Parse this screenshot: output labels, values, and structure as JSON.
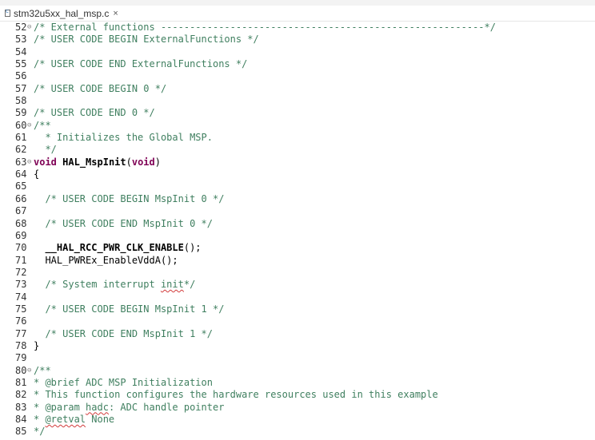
{
  "tab": {
    "filename": "stm32u5xx_hal_msp.c",
    "close_glyph": "×",
    "icon": "c-file-icon"
  },
  "lines": [
    {
      "n": "52",
      "fold": "⊖",
      "tokens": [
        {
          "t": "/* External functions --------------------------------------------------------*/",
          "c": "comment"
        }
      ]
    },
    {
      "n": "53",
      "fold": "",
      "tokens": [
        {
          "t": "/* USER CODE BEGIN ExternalFunctions */",
          "c": "comment"
        }
      ]
    },
    {
      "n": "54",
      "fold": "",
      "tokens": []
    },
    {
      "n": "55",
      "fold": "",
      "tokens": [
        {
          "t": "/* USER CODE END ExternalFunctions */",
          "c": "comment"
        }
      ]
    },
    {
      "n": "56",
      "fold": "",
      "tokens": []
    },
    {
      "n": "57",
      "fold": "",
      "tokens": [
        {
          "t": "/* USER CODE BEGIN 0 */",
          "c": "comment"
        }
      ]
    },
    {
      "n": "58",
      "fold": "",
      "tokens": []
    },
    {
      "n": "59",
      "fold": "",
      "tokens": [
        {
          "t": "/* USER CODE END 0 */",
          "c": "comment"
        }
      ]
    },
    {
      "n": "60",
      "fold": "⊖",
      "tokens": [
        {
          "t": "/**",
          "c": "comment"
        }
      ]
    },
    {
      "n": "61",
      "fold": "",
      "tokens": [
        {
          "t": "  * Initializes the Global MSP.",
          "c": "comment"
        }
      ]
    },
    {
      "n": "62",
      "fold": "",
      "tokens": [
        {
          "t": "  */",
          "c": "comment"
        }
      ]
    },
    {
      "n": "63",
      "fold": "⊖",
      "tokens": [
        {
          "t": "void",
          "c": "keyword"
        },
        {
          "t": " ",
          "c": "plain"
        },
        {
          "t": "HAL_MspInit",
          "c": "func"
        },
        {
          "t": "(",
          "c": "plain"
        },
        {
          "t": "void",
          "c": "keyword"
        },
        {
          "t": ")",
          "c": "plain"
        }
      ]
    },
    {
      "n": "64",
      "fold": "",
      "tokens": [
        {
          "t": "{",
          "c": "plain"
        }
      ]
    },
    {
      "n": "65",
      "fold": "",
      "tokens": []
    },
    {
      "n": "66",
      "fold": "",
      "tokens": [
        {
          "t": "  /* USER CODE BEGIN MspInit 0 */",
          "c": "comment"
        }
      ]
    },
    {
      "n": "67",
      "fold": "",
      "tokens": []
    },
    {
      "n": "68",
      "fold": "",
      "tokens": [
        {
          "t": "  /* USER CODE END MspInit 0 */",
          "c": "comment"
        }
      ]
    },
    {
      "n": "69",
      "fold": "",
      "tokens": []
    },
    {
      "n": "70",
      "fold": "",
      "tokens": [
        {
          "t": "  ",
          "c": "plain"
        },
        {
          "t": "__HAL_RCC_PWR_CLK_ENABLE",
          "c": "macro"
        },
        {
          "t": "();",
          "c": "plain"
        }
      ]
    },
    {
      "n": "71",
      "fold": "",
      "tokens": [
        {
          "t": "  HAL_PWREx_EnableVddA();",
          "c": "plain"
        }
      ]
    },
    {
      "n": "72",
      "fold": "",
      "tokens": []
    },
    {
      "n": "73",
      "fold": "",
      "tokens": [
        {
          "t": "  /* System interrupt ",
          "c": "comment"
        },
        {
          "t": "init",
          "c": "comment-spell"
        },
        {
          "t": "*/",
          "c": "comment"
        }
      ]
    },
    {
      "n": "74",
      "fold": "",
      "tokens": []
    },
    {
      "n": "75",
      "fold": "",
      "tokens": [
        {
          "t": "  /* USER CODE BEGIN MspInit 1 */",
          "c": "comment"
        }
      ]
    },
    {
      "n": "76",
      "fold": "",
      "tokens": []
    },
    {
      "n": "77",
      "fold": "",
      "tokens": [
        {
          "t": "  /* USER CODE END MspInit 1 */",
          "c": "comment"
        }
      ]
    },
    {
      "n": "78",
      "fold": "",
      "tokens": [
        {
          "t": "}",
          "c": "plain"
        }
      ]
    },
    {
      "n": "79",
      "fold": "",
      "tokens": []
    },
    {
      "n": "80",
      "fold": "⊖",
      "tokens": [
        {
          "t": "/**",
          "c": "comment"
        }
      ]
    },
    {
      "n": "81",
      "fold": "",
      "tokens": [
        {
          "t": "* @brief ADC MSP Initialization",
          "c": "comment"
        }
      ]
    },
    {
      "n": "82",
      "fold": "",
      "tokens": [
        {
          "t": "* This function configures the hardware resources used in this example",
          "c": "comment"
        }
      ]
    },
    {
      "n": "83",
      "fold": "",
      "tokens": [
        {
          "t": "* @param ",
          "c": "comment"
        },
        {
          "t": "hadc",
          "c": "comment-spell"
        },
        {
          "t": ": ADC handle pointer",
          "c": "comment"
        }
      ]
    },
    {
      "n": "84",
      "fold": "",
      "tokens": [
        {
          "t": "* ",
          "c": "comment"
        },
        {
          "t": "@retval",
          "c": "comment-spell"
        },
        {
          "t": " None",
          "c": "comment"
        }
      ]
    },
    {
      "n": "85",
      "fold": "",
      "tokens": [
        {
          "t": "*/",
          "c": "comment"
        }
      ]
    }
  ]
}
